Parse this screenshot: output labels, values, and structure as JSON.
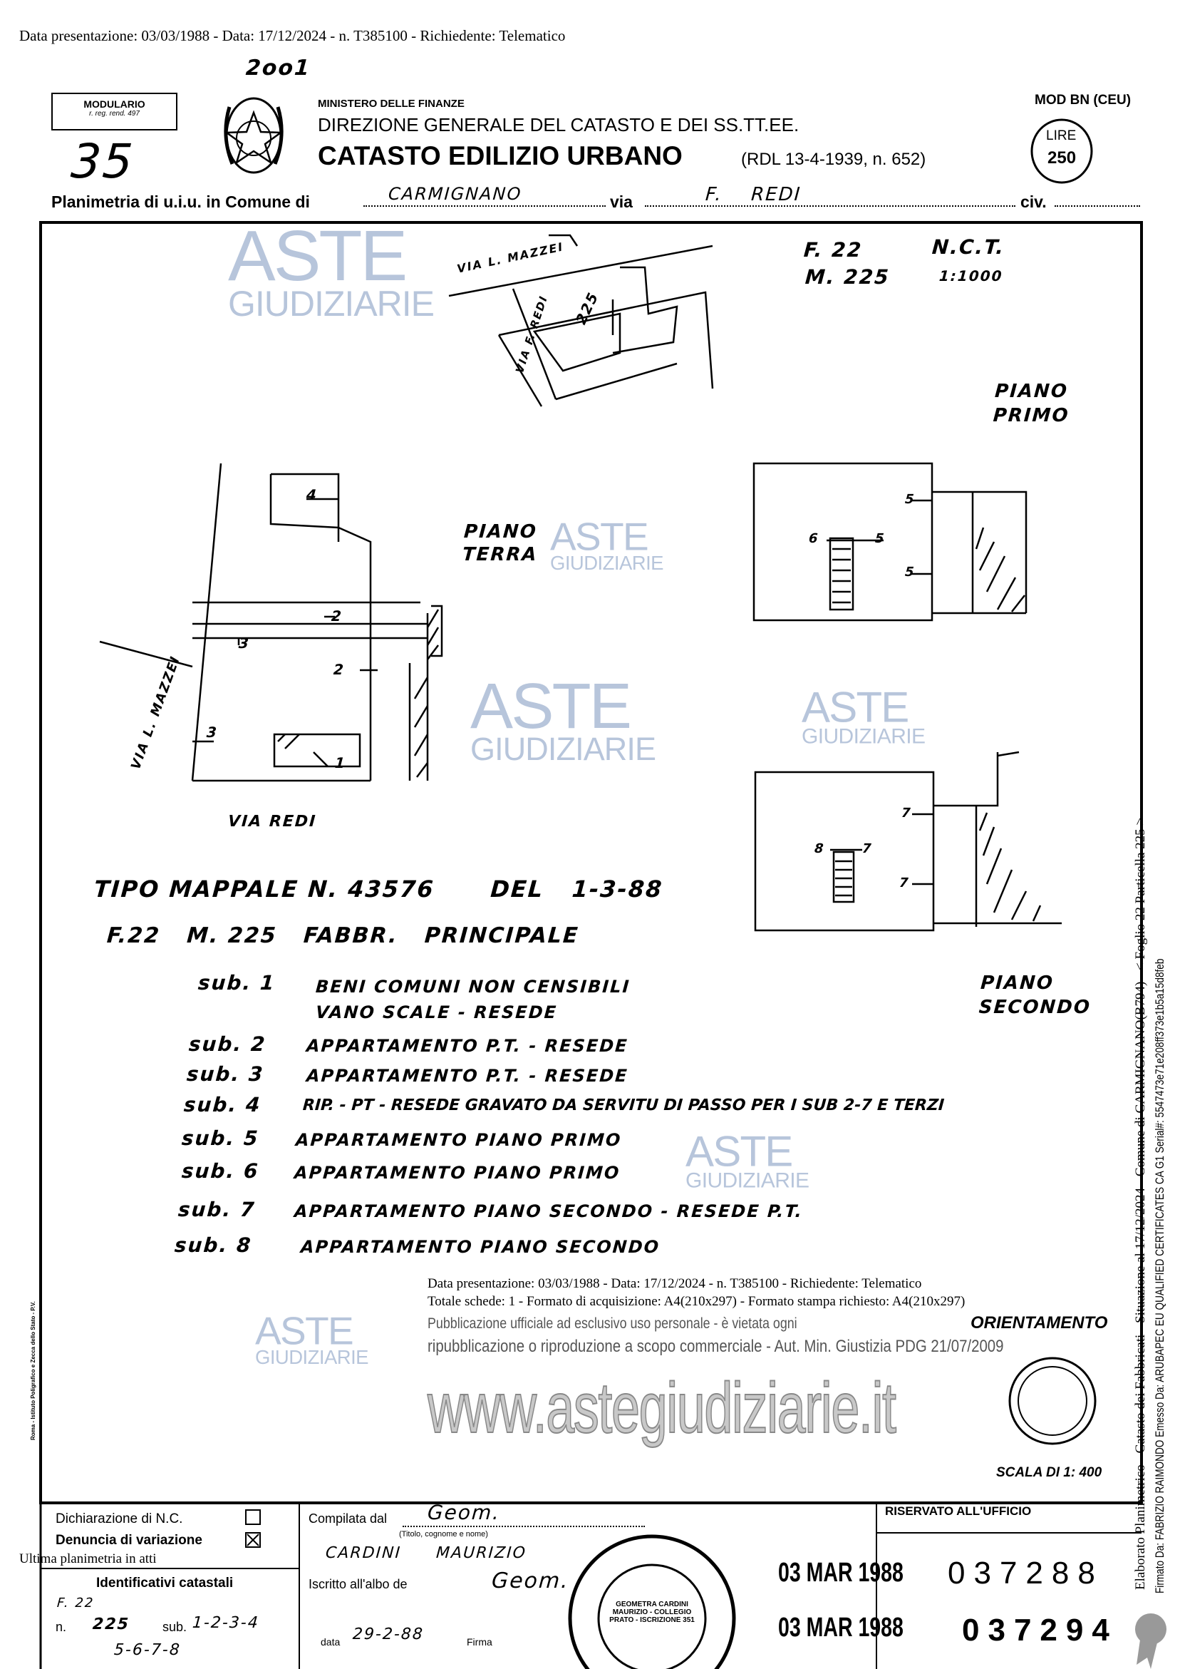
{
  "header_line": "Data presentazione: 03/03/1988 - Data: 17/12/2024 - n. T385100 - Richiedente: Telematico",
  "handwritten_code": "2oo1",
  "modulario": {
    "label": "MODULARIO",
    "sub": "r. reg. rend. 497"
  },
  "sheet_number": "35",
  "ministry": "MINISTERO DELLE FINANZE",
  "direction": "DIREZIONE GENERALE DEL CATASTO E DEI SS.TT.EE.",
  "title": "CATASTO EDILIZIO URBANO",
  "law_ref": "(RDL 13-4-1939, n. 652)",
  "mod": "MOD BN (CEU)",
  "price": {
    "label": "LIRE",
    "value": "250"
  },
  "location": {
    "prefix": "Planimetria di u.i.u. in Comune di",
    "comune": "CARMIGNANO",
    "via_label": "via",
    "via": "F. REDI",
    "civ_label": "civ."
  },
  "plan": {
    "foglio": "F. 22",
    "mappale": "M. 225",
    "nct": "N.C.T.",
    "nct_scale": "1:1000",
    "street_mazzei_top": "VIA L. MAZZEI",
    "street_redi_top": "VIA F. REDI",
    "parcel_225": "225",
    "piano_terra": "PIANO TERRA",
    "piano_primo": "PIANO PRIMO",
    "piano_secondo": "PIANO SECONDO",
    "street_mazzei": "VIA L. MAZZEI",
    "street_redi": "VIA REDI",
    "sub_marks": [
      "4",
      "2",
      "3",
      "2",
      "3",
      "1",
      "6",
      "5",
      "5",
      "5",
      "8",
      "7",
      "7",
      "7"
    ]
  },
  "tipo_mappale": "TIPO MAPPALE N. 43576      DEL   1-3-88",
  "fabbricato": "F.22   M. 225   FABBR.   PRINCIPALE",
  "subs": [
    {
      "label": "sub. 1",
      "desc": "BENI COMUNI NON CENSIBILI",
      "desc2": "VANO SCALE - RESEDE"
    },
    {
      "label": "sub. 2",
      "desc": "APPARTAMENTO P.T. - RESEDE"
    },
    {
      "label": "sub. 3",
      "desc": "APPARTAMENTO P.T. - RESEDE"
    },
    {
      "label": "sub. 4",
      "desc": "RIP. - PT - RESEDE  GRAVATO DA SERVITU DI PASSO PER I SUB 2-7 E TERZI"
    },
    {
      "label": "sub. 5",
      "desc": "APPARTAMENTO  PIANO PRIMO"
    },
    {
      "label": "sub. 6",
      "desc": "APPARTAMENTO  PIANO PRIMO"
    },
    {
      "label": "sub. 7",
      "desc": "APPARTAMENTO PIANO SECONDO - RESEDE P.T."
    },
    {
      "label": "sub. 8",
      "desc": "APPARTAMENTO PIANO SECONDO"
    }
  ],
  "orientamento": "ORIENTAMENTO",
  "scala": "SCALA DI 1: 400",
  "footer": {
    "dichiarazione": "Dichiarazione di N.C.",
    "denuncia": "Denuncia di variazione",
    "ultima": "Ultima planimetria in atti",
    "identificativi": "Identificativi catastali",
    "foglio": "F. 22",
    "n_label": "n.",
    "n_value": "225",
    "sub_label": "sub.",
    "sub_value": "1-2-3-4",
    "sub_value2": "5-6-7-8",
    "compilata": "Compilata dal",
    "compilata_value": "Geom.",
    "titolo_hint": "(Titolo, cognome e nome)",
    "name": "CARDINI MAURIZIO",
    "iscritto": "Iscritto all'albo de",
    "iscritto_value": "Geom.",
    "data_label": "data",
    "data_value": "29-2-88",
    "firma_label": "Firma",
    "riservato": "RISERVATO ALL'UFFICIO",
    "stamp1": "03 MAR 1988",
    "prot1": "037288",
    "stamp2": "03 MAR 1988",
    "prot2": "037294",
    "stamp_circle": "GEOMETRA CARDINI MAURIZIO - COLLEGIO PRATO - ISCRIZIONE 351",
    "overlay1": "Data presentazione: 03/03/1988 - Data: 17/12/2024 - n. T385100 - Richiedente: Telematico",
    "overlay2": "Totale schede: 1 - Formato di acquisizione: A4(210x297) - Formato stampa richiesto: A4(210x297)",
    "pub1": "Pubblicazione ufficiale ad esclusivo uso personale - è vietata ogni",
    "pub2": "ripubblicazione o riproduzione a scopo commerciale - Aut. Min. Giustizia PDG 21/07/2009"
  },
  "side_text_1": "Elaborato Planimetrico - Catasto dei Fabbricati - Situazione al 17/12/2024 - Comune di CARMIGNANO(B794) - < Foglio 22 Particella 225 >",
  "side_text_2": "Firmato Da: FABRIZIO RAIMONDO Emesso Da: ARUBAPEC EU QUALIFIED CERTIFICATES CA G1 Serial#: 5547473e71e208ff373e1b5a15d8feb",
  "printer_note": "Roma - Istituto Poligrafico e Zecca dello Stato - P.V.",
  "watermark": {
    "line1": "ASTE",
    "line2": "GIUDIZIARIE",
    "url": "www.astegiudiziarie.it"
  }
}
